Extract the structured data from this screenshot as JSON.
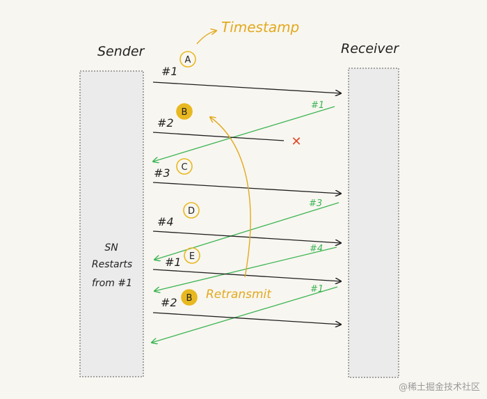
{
  "labels": {
    "sender": "Sender",
    "receiver": "Receiver",
    "timestamp": "Timestamp",
    "retransmit": "Retransmit",
    "sn_restart_lines": [
      "SN",
      "Restarts",
      "from #1"
    ]
  },
  "packets": [
    {
      "sn": "#1",
      "ts": "A",
      "highlight": false
    },
    {
      "sn": "#2",
      "ts": "B",
      "highlight": true,
      "lost": true
    },
    {
      "sn": "#3",
      "ts": "C",
      "highlight": false
    },
    {
      "sn": "#4",
      "ts": "D",
      "highlight": false
    },
    {
      "sn": "#1",
      "ts": "E",
      "highlight": false
    },
    {
      "sn": "#2",
      "ts": "B",
      "highlight": true
    }
  ],
  "acks": [
    "#1",
    "#3",
    "#4",
    "#1"
  ],
  "loss_mark": "✕",
  "watermark": "@稀土掘金技术社区",
  "colors": {
    "background": "#f8f6f0",
    "box_fill": "#ebebeb",
    "box_border": "#555555",
    "arrow": "#1e1e1e",
    "ack": "#3cb554",
    "highlight": "#e8b820",
    "label_orange": "#e2a91f",
    "loss": "#e04a2a",
    "text": "#222222"
  }
}
